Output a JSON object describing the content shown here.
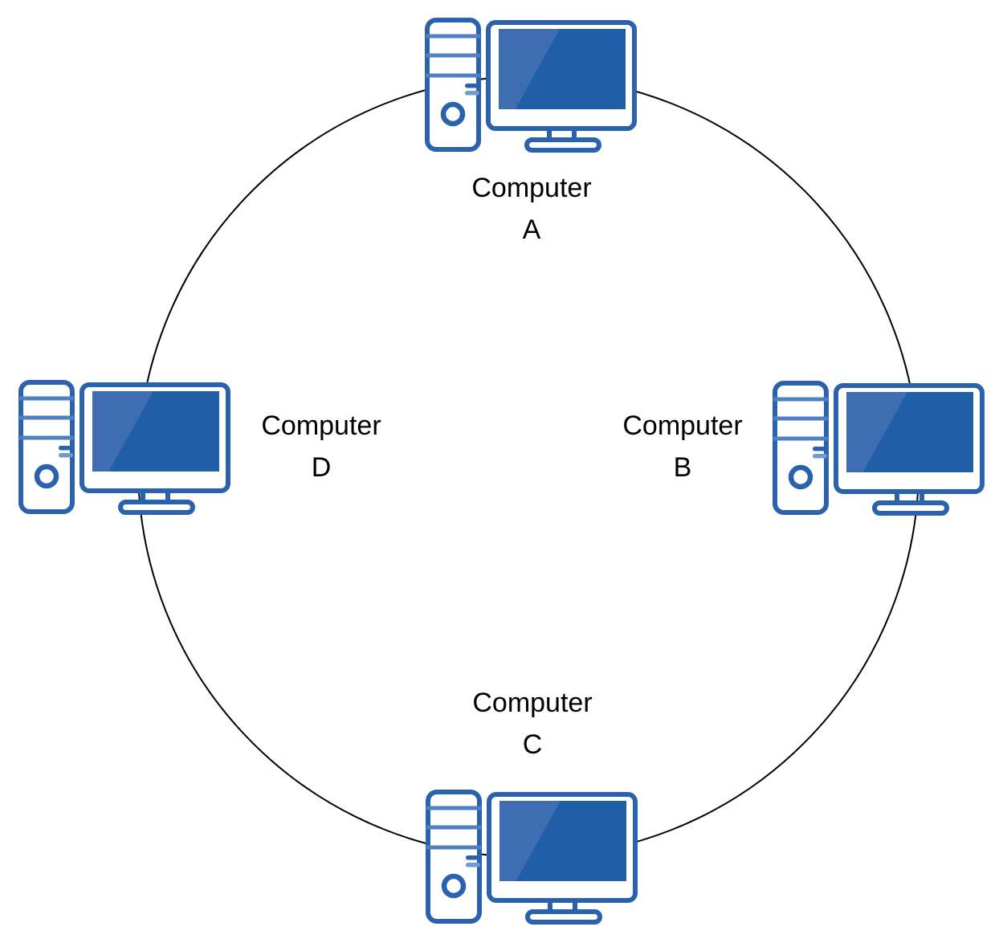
{
  "diagram": {
    "type": "ring-topology",
    "description": "Four computers connected in a ring network",
    "colors": {
      "background": "#ffffff",
      "ring": "#000000",
      "text": "#000000",
      "outline": "#2a62ac",
      "screen": "#215ea8",
      "shine": "#3e6db2",
      "slat": "#4e80c3",
      "dashlight": "#6f9ad3"
    },
    "nodes": [
      {
        "id": "A",
        "line1": "Computer",
        "line2": "A",
        "position": "top"
      },
      {
        "id": "B",
        "line1": "Computer",
        "line2": "B",
        "position": "right"
      },
      {
        "id": "C",
        "line1": "Computer",
        "line2": "C",
        "position": "bottom"
      },
      {
        "id": "D",
        "line1": "Computer",
        "line2": "D",
        "position": "left"
      }
    ]
  }
}
